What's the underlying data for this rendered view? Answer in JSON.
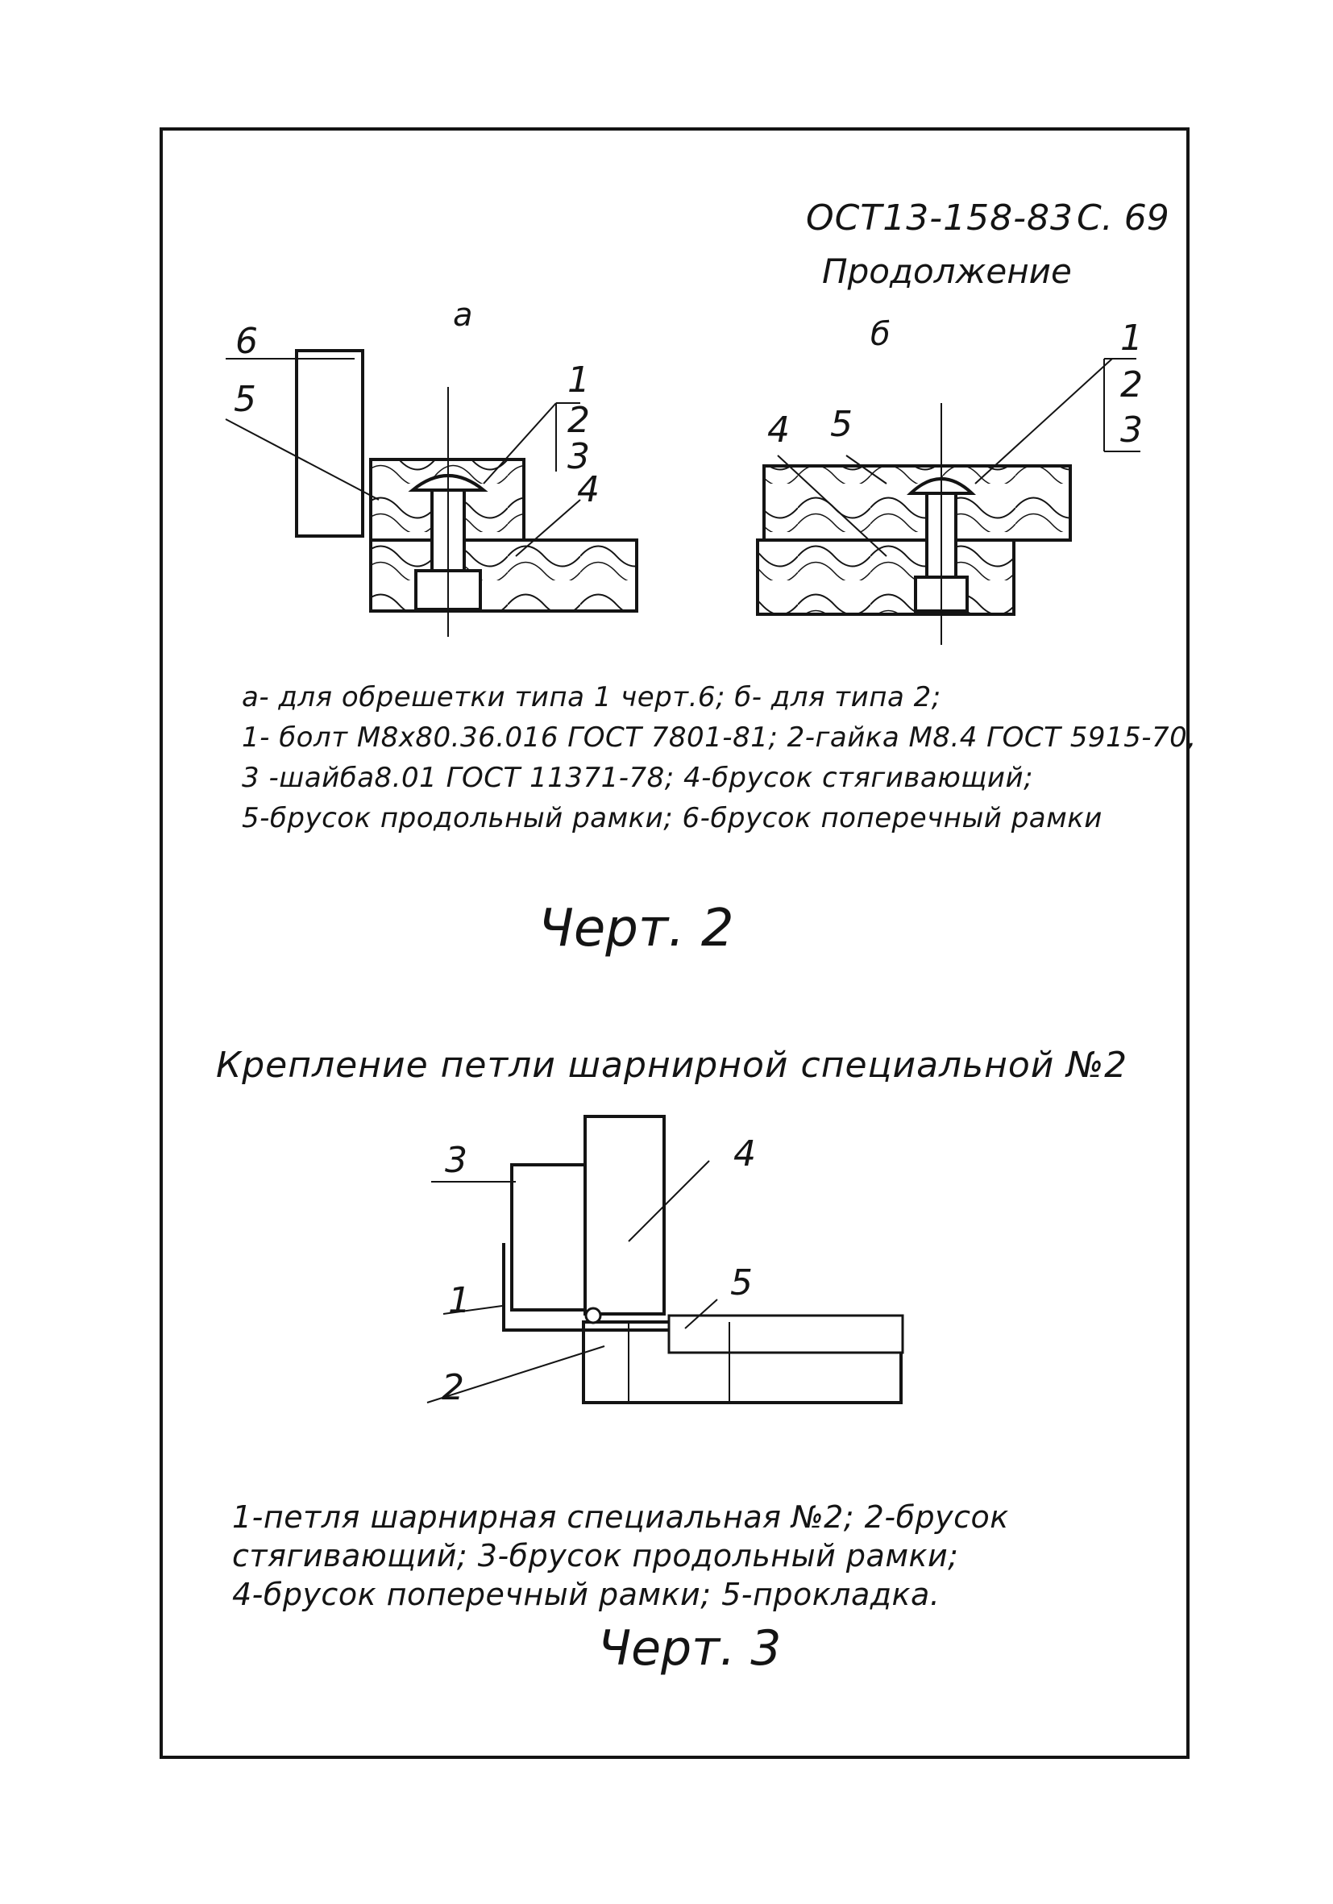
{
  "header": {
    "code": "ОСТ13-158-83",
    "page": "С. 69",
    "continuation": "Продолжение"
  },
  "figure2": {
    "variant_a_label": "а",
    "variant_b_label": "б",
    "parts_a": [
      "6",
      "5",
      "1",
      "2",
      "3",
      "4"
    ],
    "parts_b": [
      "4",
      "5",
      "1",
      "2",
      "3"
    ],
    "legend_lines": [
      "а- для обрешетки типа 1 черт.6; б- для типа 2;",
      "1- болт М8х80.36.016 ГОСТ 7801-81; 2-гайка М8.4 ГОСТ 5915-70,",
      "3 -шайба8.01 ГОСТ 11371-78; 4-брусок стягивающий;",
      "5-брусок продольный рамки; 6-брусок поперечный рамки"
    ],
    "caption": "Черт. 2"
  },
  "figure3": {
    "title": "Крепление петли шарнирной специальной №2",
    "parts": [
      "3",
      "4",
      "1",
      "5",
      "2"
    ],
    "legend_lines": [
      "1-петля шарнирная специальная №2; 2-брусок",
      "стягивающий; 3-брусок продольный рамки;",
      "4-брусок поперечный рамки; 5-прокладка."
    ],
    "caption": "Черт. 3"
  }
}
